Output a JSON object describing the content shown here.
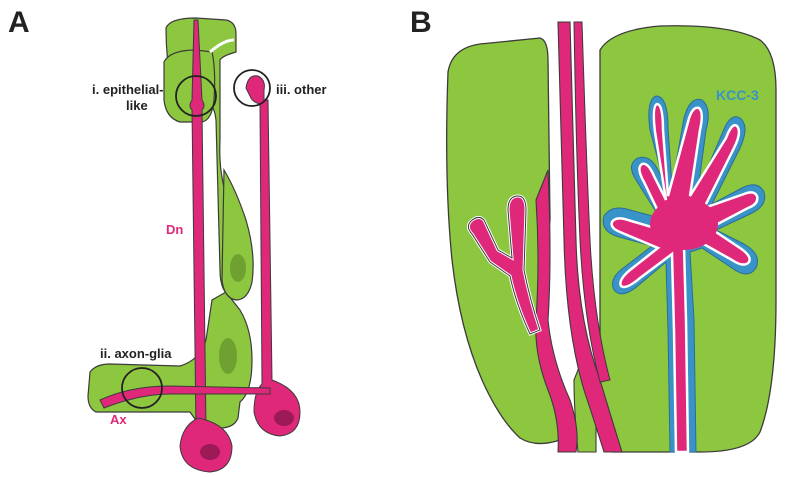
{
  "panels": {
    "a": {
      "letter": "A",
      "callouts": {
        "epithelial_line1": "i. epithelial-",
        "epithelial_line2": "like",
        "axon_glia": "ii. axon-glia",
        "other": "iii. other"
      },
      "labels": {
        "dendrite": "Dn",
        "axon": "Ax"
      }
    },
    "b": {
      "letter": "B",
      "labels": {
        "transporter": "KCC-3"
      }
    }
  },
  "colors": {
    "glia": "#8dc63f",
    "glia_dark": "#6fa132",
    "neuron": "#e0287a",
    "neuron_dark": "#9c1a55",
    "outline": "#3b3b3b",
    "kcc_halo": "#3a93c8",
    "text": "#222222"
  }
}
